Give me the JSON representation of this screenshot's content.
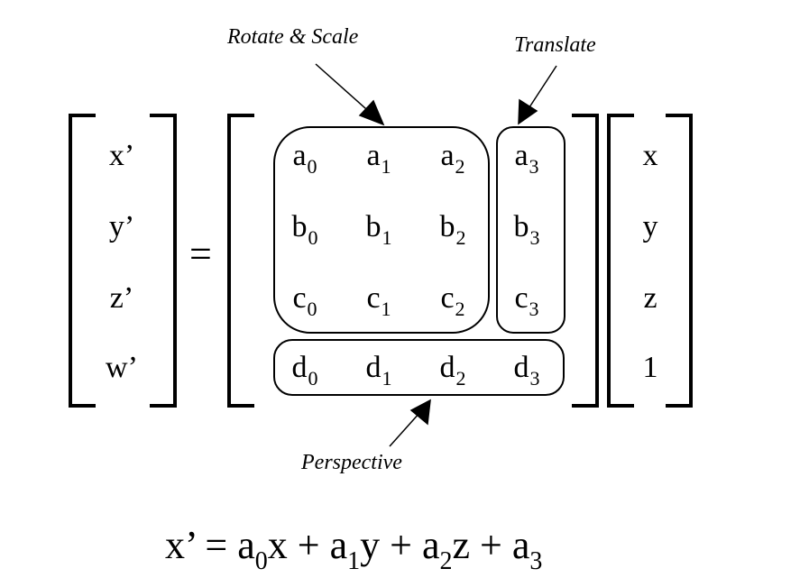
{
  "labels": {
    "rotate_scale": "Rotate & Scale",
    "translate": "Translate",
    "perspective": "Perspective"
  },
  "result_vector": [
    "x’",
    "y’",
    "z’",
    "w’"
  ],
  "equals": "=",
  "matrix": [
    [
      {
        "base": "a",
        "sub": "0"
      },
      {
        "base": "a",
        "sub": "1"
      },
      {
        "base": "a",
        "sub": "2"
      },
      {
        "base": "a",
        "sub": "3"
      }
    ],
    [
      {
        "base": "b",
        "sub": "0"
      },
      {
        "base": "b",
        "sub": "1"
      },
      {
        "base": "b",
        "sub": "2"
      },
      {
        "base": "b",
        "sub": "3"
      }
    ],
    [
      {
        "base": "c",
        "sub": "0"
      },
      {
        "base": "c",
        "sub": "1"
      },
      {
        "base": "c",
        "sub": "2"
      },
      {
        "base": "c",
        "sub": "3"
      }
    ],
    [
      {
        "base": "d",
        "sub": "0"
      },
      {
        "base": "d",
        "sub": "1"
      },
      {
        "base": "d",
        "sub": "2"
      },
      {
        "base": "d",
        "sub": "3"
      }
    ]
  ],
  "input_vector": [
    "x",
    "y",
    "z",
    "1"
  ],
  "formula": {
    "lhs": "x’",
    "eq": "=",
    "t0": "a",
    "s0": "0",
    "v0": "x",
    "plus1": "+",
    "t1": "a",
    "s1": "1",
    "v1": "y",
    "plus2": "+",
    "t2": "a",
    "s2": "2",
    "v2": "z",
    "plus3": "+",
    "t3": "a",
    "s3": "3"
  }
}
